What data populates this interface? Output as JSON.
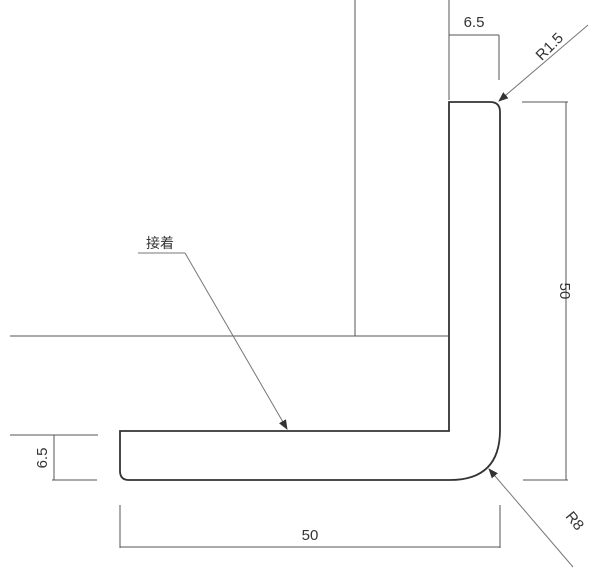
{
  "title": "L-angle profile cross-section",
  "labels": {
    "adhesive": "接着",
    "top_thickness": "6.5",
    "corner_radius_small": "R1.5",
    "height": "50",
    "bottom_thickness": "6.5",
    "width": "50",
    "corner_radius_large": "R8"
  },
  "colors": {
    "line": "#333333",
    "dim": "#555555"
  }
}
